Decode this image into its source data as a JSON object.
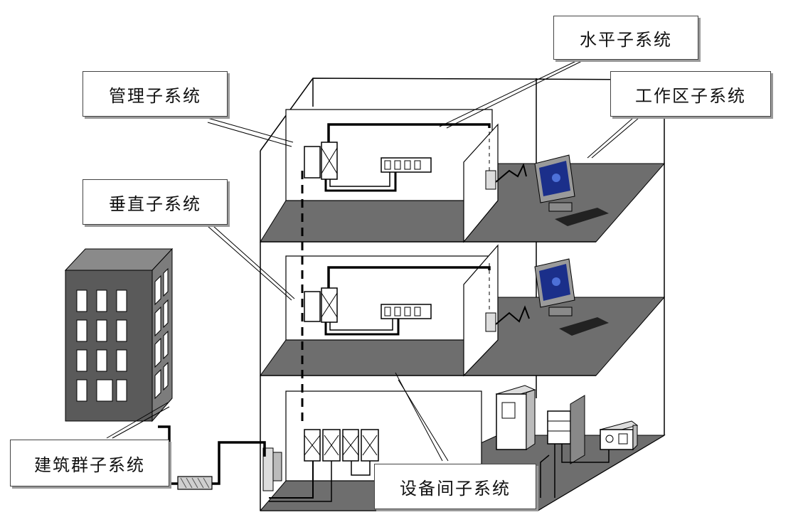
{
  "labels": {
    "horizontal": "水平子系统",
    "management": "管理子系统",
    "work_area": "工作区子系统",
    "vertical": "垂直子系统",
    "campus": "建筑群子系统",
    "equipment_room": "设备间子系统"
  },
  "colors": {
    "floor": "#6e6e6e",
    "building_dark": "#5a5a5a",
    "building_side": "#7c7c7c",
    "window": "#ffffff",
    "monitor_screen": "#1b2f8a",
    "line": "#000000"
  },
  "icons": [
    "building-icon",
    "computer-icon",
    "patch-panel-icon",
    "cabinet-icon",
    "wall-outlet-icon",
    "ups-icon"
  ]
}
